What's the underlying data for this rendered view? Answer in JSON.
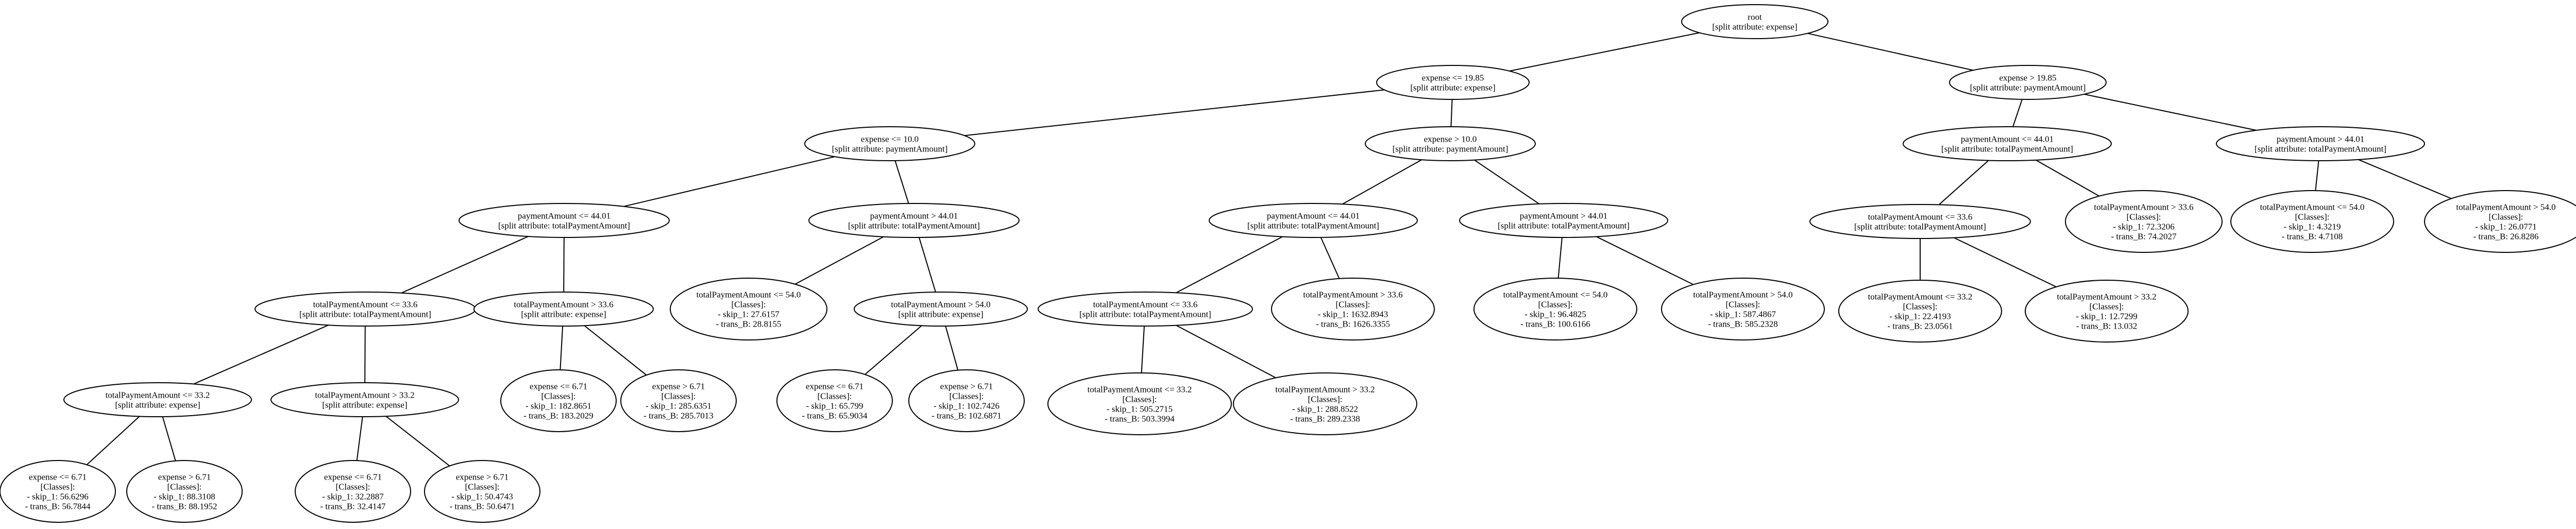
{
  "nodes": {
    "n0": {
      "lines": [
        "root",
        "[split attribute: expense]"
      ]
    },
    "n1": {
      "lines": [
        "expense <= 19.85",
        "[split attribute: expense]"
      ]
    },
    "n2": {
      "lines": [
        "expense > 19.85",
        "[split attribute: paymentAmount]"
      ]
    },
    "n3": {
      "lines": [
        "expense <= 10.0",
        "[split attribute: paymentAmount]"
      ]
    },
    "n4": {
      "lines": [
        "expense > 10.0",
        "[split attribute: paymentAmount]"
      ]
    },
    "n5": {
      "lines": [
        "paymentAmount <= 44.01",
        "[split attribute: totalPaymentAmount]"
      ]
    },
    "n6": {
      "lines": [
        "paymentAmount > 44.01",
        "[split attribute: totalPaymentAmount]"
      ]
    },
    "n7": {
      "lines": [
        "totalPaymentAmount <= 33.6",
        "[split attribute: totalPaymentAmount]"
      ]
    },
    "n8": {
      "lines": [
        "totalPaymentAmount > 33.6",
        "[split attribute: expense]"
      ]
    },
    "n9": {
      "lines": [
        "totalPaymentAmount <= 33.2",
        "[split attribute: expense]"
      ]
    },
    "n10": {
      "lines": [
        "totalPaymentAmount > 33.2",
        "[split attribute: expense]"
      ]
    },
    "n11": {
      "lines": [
        "expense <= 6.71",
        "[Classes]:",
        "- skip_1: 56.6296",
        "- trans_B: 56.7844"
      ]
    },
    "n12": {
      "lines": [
        "expense > 6.71",
        "[Classes]:",
        "- skip_1: 88.3108",
        "- trans_B: 88.1952"
      ]
    },
    "n13": {
      "lines": [
        "expense <= 6.71",
        "[Classes]:",
        "- skip_1: 32.2887",
        "- trans_B: 32.4147"
      ]
    },
    "n14": {
      "lines": [
        "expense > 6.71",
        "[Classes]:",
        "- skip_1: 50.4743",
        "- trans_B: 50.6471"
      ]
    },
    "n15": {
      "lines": [
        "expense <= 6.71",
        "[Classes]:",
        "- skip_1: 182.8651",
        "- trans_B: 183.2029"
      ]
    },
    "n16": {
      "lines": [
        "expense > 6.71",
        "[Classes]:",
        "- skip_1: 285.6351",
        "- trans_B: 285.7013"
      ]
    },
    "n17": {
      "lines": [
        "totalPaymentAmount <= 54.0",
        "[Classes]:",
        "- skip_1: 27.6157",
        "- trans_B: 28.8155"
      ]
    },
    "n18": {
      "lines": [
        "totalPaymentAmount > 54.0",
        "[split attribute: expense]"
      ]
    },
    "n19": {
      "lines": [
        "expense <= 6.71",
        "[Classes]:",
        "- skip_1: 65.799",
        "- trans_B: 65.9034"
      ]
    },
    "n20": {
      "lines": [
        "expense > 6.71",
        "[Classes]:",
        "- skip_1: 102.7426",
        "- trans_B: 102.6871"
      ]
    },
    "n21": {
      "lines": [
        "paymentAmount <= 44.01",
        "[split attribute: totalPaymentAmount]"
      ]
    },
    "n22": {
      "lines": [
        "paymentAmount > 44.01",
        "[split attribute: totalPaymentAmount]"
      ]
    },
    "n23": {
      "lines": [
        "totalPaymentAmount <= 33.6",
        "[split attribute: totalPaymentAmount]"
      ]
    },
    "n24": {
      "lines": [
        "totalPaymentAmount > 33.6",
        "[Classes]:",
        "- skip_1: 1632.8943",
        "- trans_B: 1626.3355"
      ]
    },
    "n25": {
      "lines": [
        "totalPaymentAmount <= 33.2",
        "[Classes]:",
        "- skip_1: 505.2715",
        "- trans_B: 503.3994"
      ]
    },
    "n26": {
      "lines": [
        "totalPaymentAmount > 33.2",
        "[Classes]:",
        "- skip_1: 288.8522",
        "- trans_B: 289.2338"
      ]
    },
    "n27": {
      "lines": [
        "totalPaymentAmount <= 54.0",
        "[Classes]:",
        "- skip_1: 96.4825",
        "- trans_B: 100.6166"
      ]
    },
    "n28": {
      "lines": [
        "totalPaymentAmount > 54.0",
        "[Classes]:",
        "- skip_1: 587.4867",
        "- trans_B: 585.2328"
      ]
    },
    "n29": {
      "lines": [
        "paymentAmount <= 44.01",
        "[split attribute: totalPaymentAmount]"
      ]
    },
    "n30": {
      "lines": [
        "paymentAmount > 44.01",
        "[split attribute: totalPaymentAmount]"
      ]
    },
    "n31": {
      "lines": [
        "totalPaymentAmount <= 33.6",
        "[split attribute: totalPaymentAmount]"
      ]
    },
    "n32": {
      "lines": [
        "totalPaymentAmount > 33.6",
        "[Classes]:",
        "- skip_1: 72.3206",
        "- trans_B: 74.2027"
      ]
    },
    "n33": {
      "lines": [
        "totalPaymentAmount <= 33.2",
        "[Classes]:",
        "- skip_1: 22.4193",
        "- trans_B: 23.0561"
      ]
    },
    "n34": {
      "lines": [
        "totalPaymentAmount > 33.2",
        "[Classes]:",
        "- skip_1: 12.7299",
        "- trans_B: 13.032"
      ]
    },
    "n35": {
      "lines": [
        "totalPaymentAmount <= 54.0",
        "[Classes]:",
        "- skip_1: 4.3219",
        "- trans_B: 4.7108"
      ]
    },
    "n36": {
      "lines": [
        "totalPaymentAmount > 54.0",
        "[Classes]:",
        "- skip_1: 26.0771",
        "- trans_B: 26.8286"
      ]
    }
  },
  "edges": [
    [
      "n0",
      "n1"
    ],
    [
      "n0",
      "n2"
    ],
    [
      "n1",
      "n3"
    ],
    [
      "n1",
      "n4"
    ],
    [
      "n3",
      "n5"
    ],
    [
      "n3",
      "n6"
    ],
    [
      "n5",
      "n7"
    ],
    [
      "n5",
      "n8"
    ],
    [
      "n7",
      "n9"
    ],
    [
      "n7",
      "n10"
    ],
    [
      "n9",
      "n11"
    ],
    [
      "n9",
      "n12"
    ],
    [
      "n10",
      "n13"
    ],
    [
      "n10",
      "n14"
    ],
    [
      "n8",
      "n15"
    ],
    [
      "n8",
      "n16"
    ],
    [
      "n6",
      "n17"
    ],
    [
      "n6",
      "n18"
    ],
    [
      "n18",
      "n19"
    ],
    [
      "n18",
      "n20"
    ],
    [
      "n4",
      "n21"
    ],
    [
      "n4",
      "n22"
    ],
    [
      "n21",
      "n23"
    ],
    [
      "n21",
      "n24"
    ],
    [
      "n23",
      "n25"
    ],
    [
      "n23",
      "n26"
    ],
    [
      "n22",
      "n27"
    ],
    [
      "n22",
      "n28"
    ],
    [
      "n2",
      "n29"
    ],
    [
      "n2",
      "n30"
    ],
    [
      "n29",
      "n31"
    ],
    [
      "n29",
      "n32"
    ],
    [
      "n31",
      "n33"
    ],
    [
      "n31",
      "n34"
    ],
    [
      "n30",
      "n35"
    ],
    [
      "n30",
      "n36"
    ]
  ]
}
